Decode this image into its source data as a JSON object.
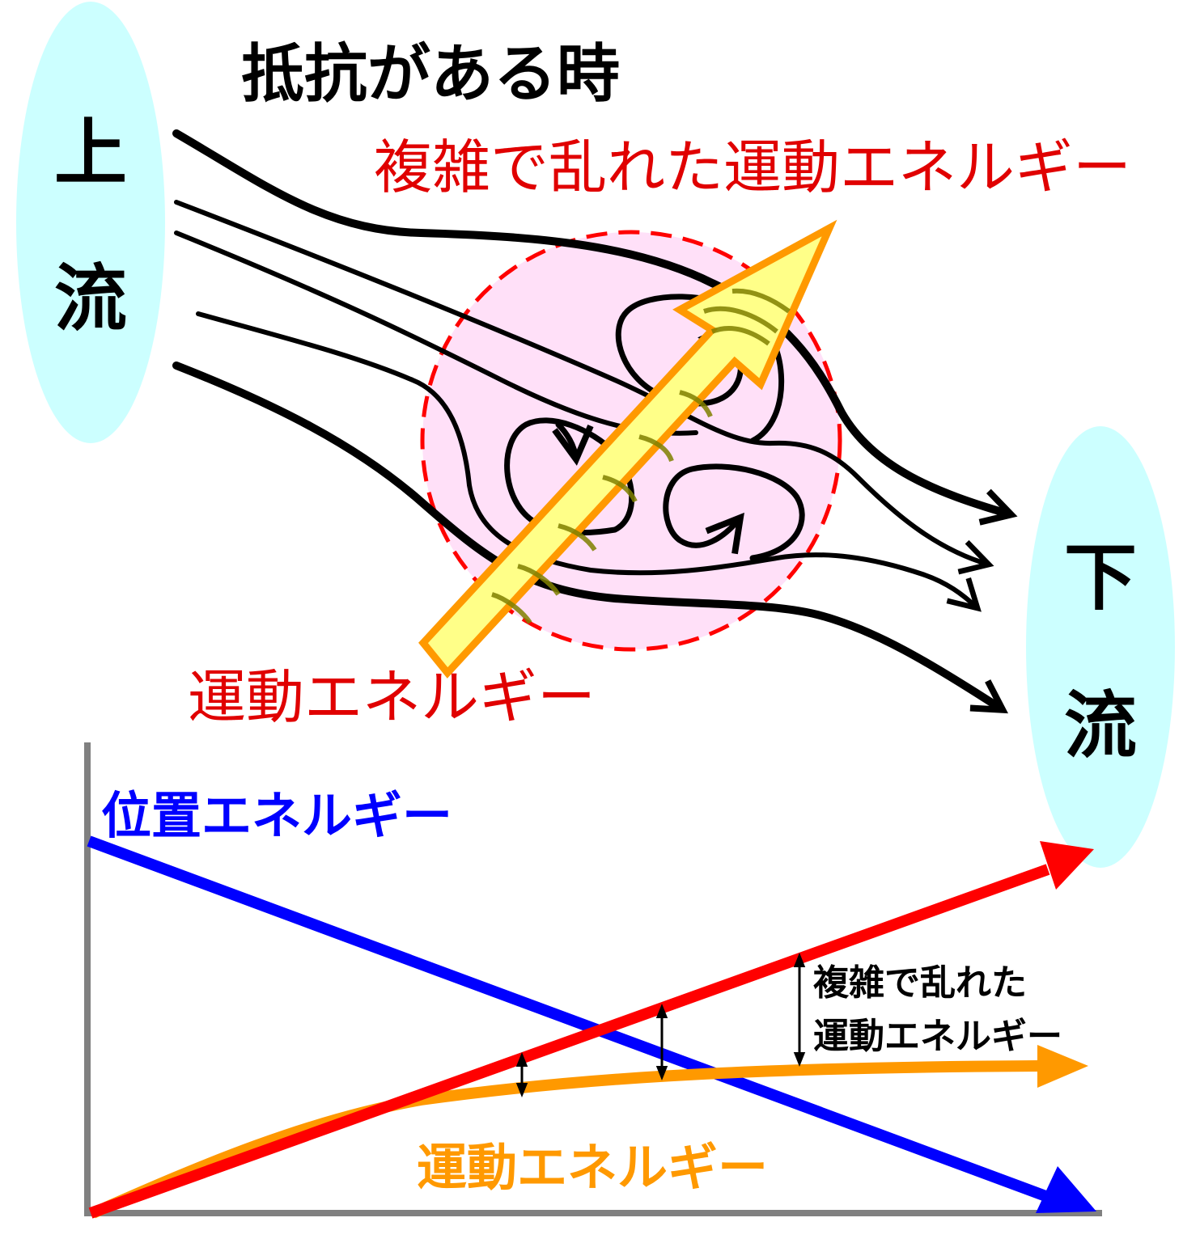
{
  "title": "抵抗がある時",
  "upstream": {
    "char1": "上",
    "char2": "流"
  },
  "downstream": {
    "char1": "下",
    "char2": "流"
  },
  "labels": {
    "turbulent_top": "複雑で乱れた運動エネルギー",
    "kinetic_top": "運動エネルギー",
    "potential": "位置エネルギー",
    "turbulent_line1": "複雑で乱れた",
    "turbulent_line2": "運動エネルギー",
    "kinetic_bottom": "運動エネルギー"
  },
  "colors": {
    "upstream_fill": "#ccffff",
    "turbulence_fill": "#ffe0f8",
    "turbulence_border": "#ff0000",
    "potential_line": "#0000ff",
    "total_line": "#ff0000",
    "kinetic_line": "#ff9900",
    "arrow_fill": "#ffff88",
    "arrow_stroke": "#ff9900",
    "axis": "#808080",
    "turbulent_text": "#e00000",
    "kinetic_bottom_text": "#ff9900",
    "potential_text": "#0000ff"
  }
}
